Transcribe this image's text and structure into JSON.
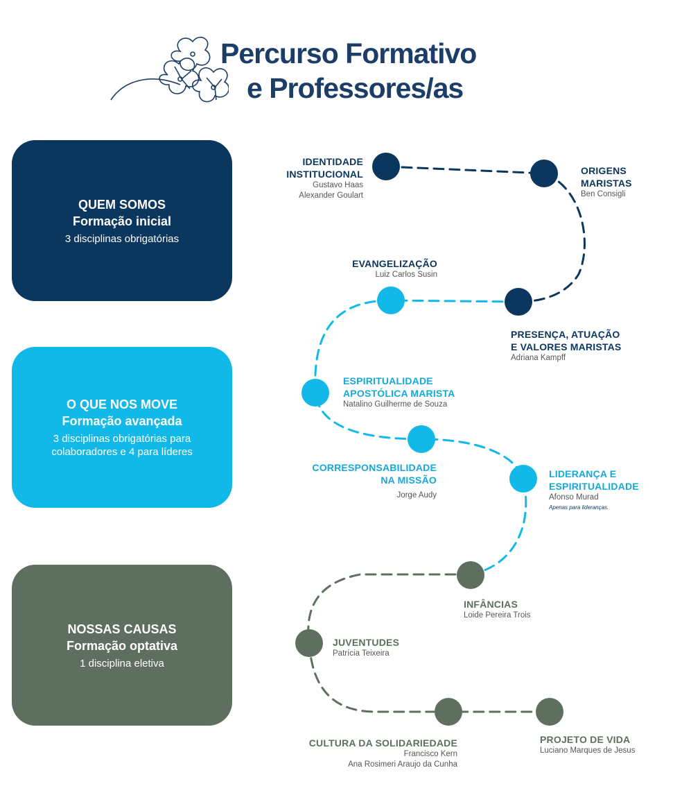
{
  "title": {
    "line1": "Percurso Formativo",
    "line2": "e Professores/as"
  },
  "colors": {
    "navy": "#0b365d",
    "cyan": "#12b9e8",
    "gray": "#5f6f5f"
  },
  "panels": [
    {
      "heading": "QUEM SOMOS",
      "subheading": "Formação inicial",
      "description": "3 disciplinas obrigatórias"
    },
    {
      "heading": "O QUE NOS MOVE",
      "subheading": "Formação avançada",
      "description": "3 disciplinas obrigatórias para colaboradores e 4 para líderes"
    },
    {
      "heading": "NOSSAS CAUSAS",
      "subheading": "Formação optativa",
      "description": "1 disciplina eletiva"
    }
  ],
  "courses": [
    {
      "title_l1": "IDENTIDADE",
      "title_l2": "INSTITUCIONAL",
      "people_l1": "Gustavo Haas",
      "people_l2": "Alexander Goulart"
    },
    {
      "title_l1": "ORIGENS",
      "title_l2": "MARISTAS",
      "people_l1": "Ben Consigli"
    },
    {
      "title_l1": "PRESENÇA, ATUAÇÃO",
      "title_l2": "E VALORES MARISTAS",
      "people_l1": "Adriana Kampff"
    },
    {
      "title_l1": "EVANGELIZAÇÃO",
      "people_l1": "Luiz Carlos Susin"
    },
    {
      "title_l1": "ESPIRITUALIDADE",
      "title_l2": "APOSTÓLICA MARISTA",
      "people_l1": "Natalino Guilherme de Souza"
    },
    {
      "title_l1": "CORRESPONSABILIDADE",
      "title_l2": "NA MISSÃO",
      "people_l1": "Jorge Audy"
    },
    {
      "title_l1": "LIDERANÇA E",
      "title_l2": "ESPIRITUALIDADE",
      "people_l1": "Afonso Murad",
      "note": "Apenas para lideranças."
    },
    {
      "title_l1": "INFÂNCIAS",
      "people_l1": "Loide Pereira Trois"
    },
    {
      "title_l1": "JUVENTUDES",
      "people_l1": "Patrícia Teixeira"
    },
    {
      "title_l1": "CULTURA DA SOLIDARIEDADE",
      "people_l1": "Francisco Kern",
      "people_l2": "Ana Rosimeri Araujo da Cunha"
    },
    {
      "title_l1": "PROJETO DE VIDA",
      "people_l1": "Luciano Marques de Jesus"
    }
  ]
}
